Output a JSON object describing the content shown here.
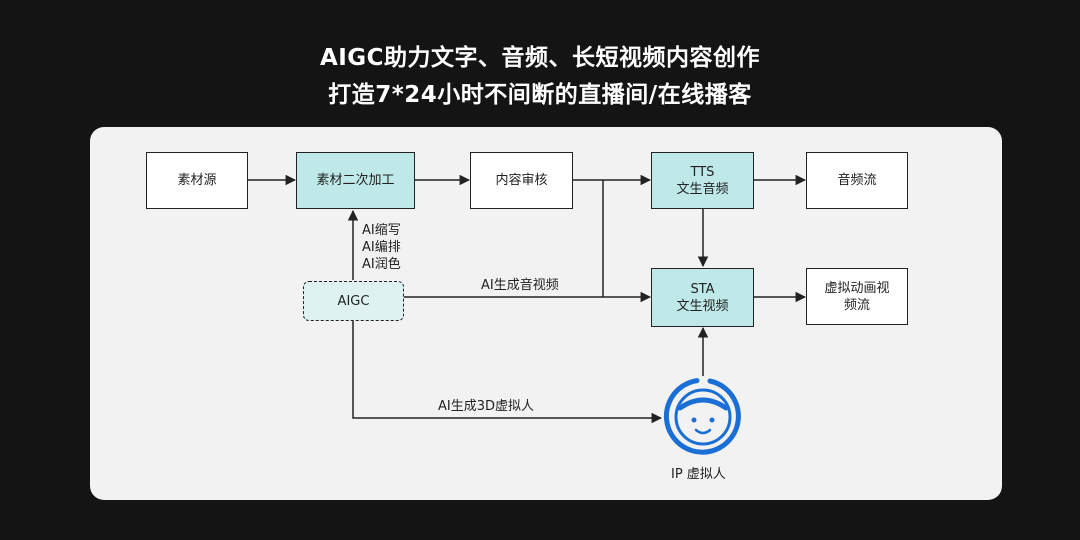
{
  "header": {
    "title_line1": "AIGC助力文字、音频、长短视频内容创作",
    "title_line2": "打造7*24小时不间断的直播间/在线播客"
  },
  "nodes": {
    "source": "素材源",
    "processing": "素材二次加工",
    "review": "内容审核",
    "tts_line1": "TTS",
    "tts_line2": "文生音频",
    "audio_stream": "音频流",
    "aigc": "AIGC",
    "sta_line1": "STA",
    "sta_line2": "文生视频",
    "virtual_video_line1": "虚拟动画视",
    "virtual_video_line2": "频流",
    "ip_label": "IP 虚拟人"
  },
  "edge_labels": {
    "ai_ops": [
      "AI缩写",
      "AI编排",
      "AI润色"
    ],
    "ai_audio_video": "AI生成音视频",
    "ai_3d": "AI生成3D虚拟人"
  },
  "colors": {
    "background": "#141414",
    "panel": "#f2f2f2",
    "teal_node": "#bfe9e8",
    "aigc_node": "#dff2f2",
    "ip_icon": "#1a6fd6"
  }
}
